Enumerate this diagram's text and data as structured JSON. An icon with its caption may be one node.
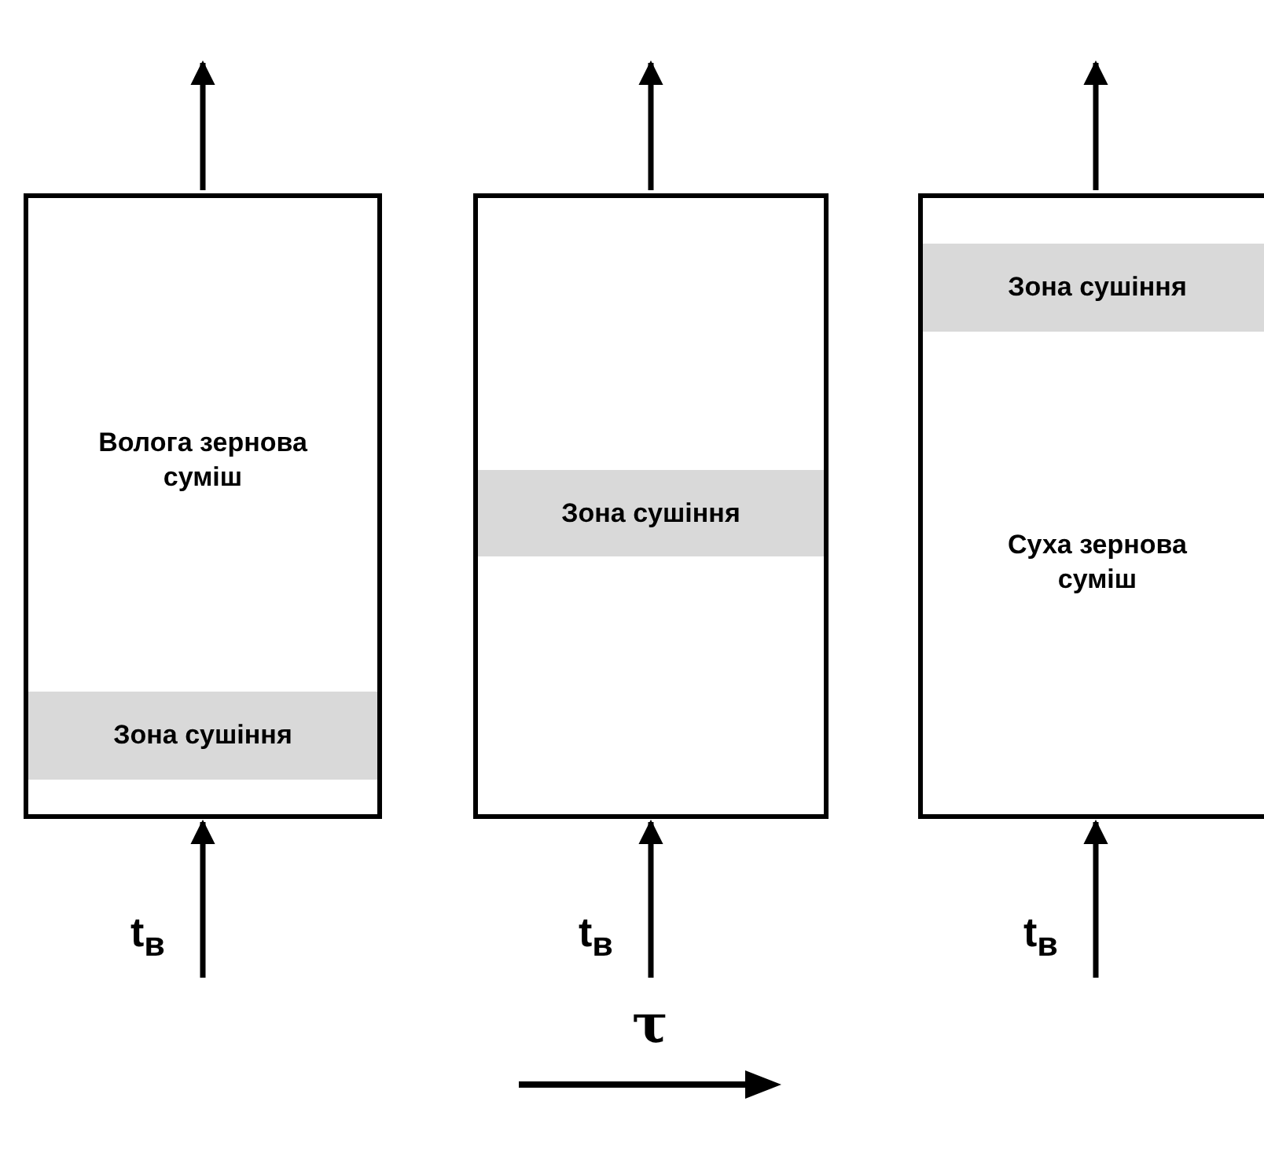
{
  "diagram": {
    "nodes": [
      {
        "text": [
          "Волога зернова суміш"
        ]
      },
      {
        "text": [
          "Зона сушіння"
        ],
        "in": 0
      },
      {
        "text": [],
        "shape": "box"
      },
      {
        "text": [
          "Зона сушіння"
        ],
        "in": 2
      },
      {
        "text": [
          "Суха зернова суміш"
        ]
      },
      {
        "text": [
          "Зона сушіння"
        ],
        "in": 4
      }
    ],
    "edges": [
      {
        "from": null,
        "to": 0,
        "arrow": "to",
        "label": "t$_{в}$"
      },
      {
        "from": null,
        "to": 2,
        "arrow": "to",
        "label": "t$_{в}$"
      },
      {
        "from": null,
        "to": 4,
        "arrow": "to",
        "label": "t$_{в}$"
      },
      {
        "from": 0,
        "to": null,
        "arrow": "to"
      },
      {
        "from": 2,
        "to": null,
        "arrow": "to"
      },
      {
        "from": 4,
        "to": null,
        "arrow": "to"
      }
    ],
    "labels": [
      "τ"
    ]
  }
}
